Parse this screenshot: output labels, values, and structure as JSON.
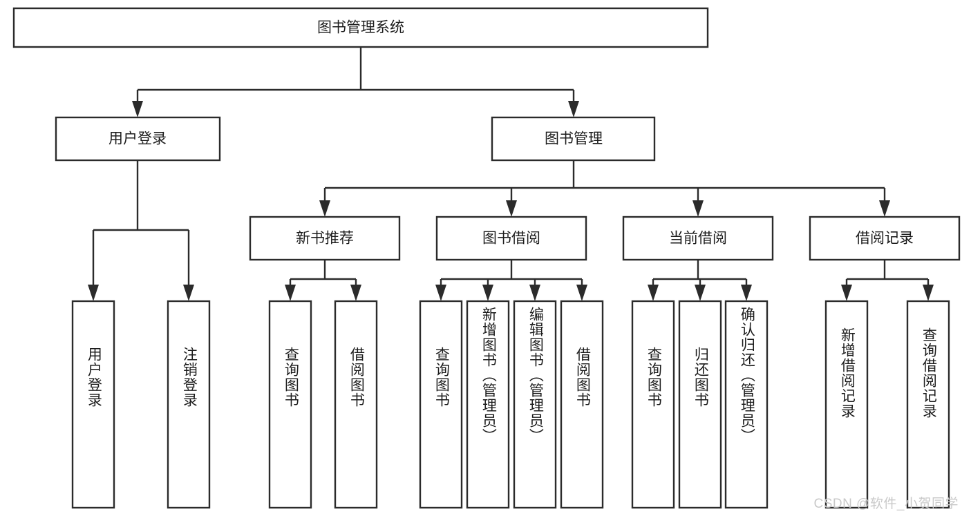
{
  "diagram": {
    "type": "hierarchy-tree",
    "title": "图书管理系统",
    "root": {
      "label": "图书管理系统"
    },
    "level2": [
      {
        "label": "用户登录"
      },
      {
        "label": "图书管理"
      }
    ],
    "level3": [
      {
        "label": "新书推荐"
      },
      {
        "label": "图书借阅"
      },
      {
        "label": "当前借阅"
      },
      {
        "label": "借阅记录"
      }
    ],
    "leaves": {
      "user_login": [
        {
          "label": "用户登录"
        },
        {
          "label": "注销登录"
        }
      ],
      "new_book_recommend": [
        {
          "label": "查询图书"
        },
        {
          "label": "借阅图书"
        }
      ],
      "book_borrow": [
        {
          "label": "查询图书"
        },
        {
          "label": "新增图书（管理员）"
        },
        {
          "label": "编辑图书（管理员）"
        },
        {
          "label": "借阅图书"
        }
      ],
      "current_borrow": [
        {
          "label": "查询图书"
        },
        {
          "label": "归还图书"
        },
        {
          "label": "确认归还（管理员）"
        }
      ],
      "borrow_record": [
        {
          "label": "新增借阅记录"
        },
        {
          "label": "查询借阅记录"
        }
      ]
    }
  },
  "watermark": {
    "text": "CSDN @软件_小贺同学"
  },
  "colors": {
    "stroke": "#2b2b2b",
    "box_fill": "#ffffff",
    "text": "#1c1c1c",
    "watermark": "#c9c9c9",
    "background": "#ffffff"
  }
}
